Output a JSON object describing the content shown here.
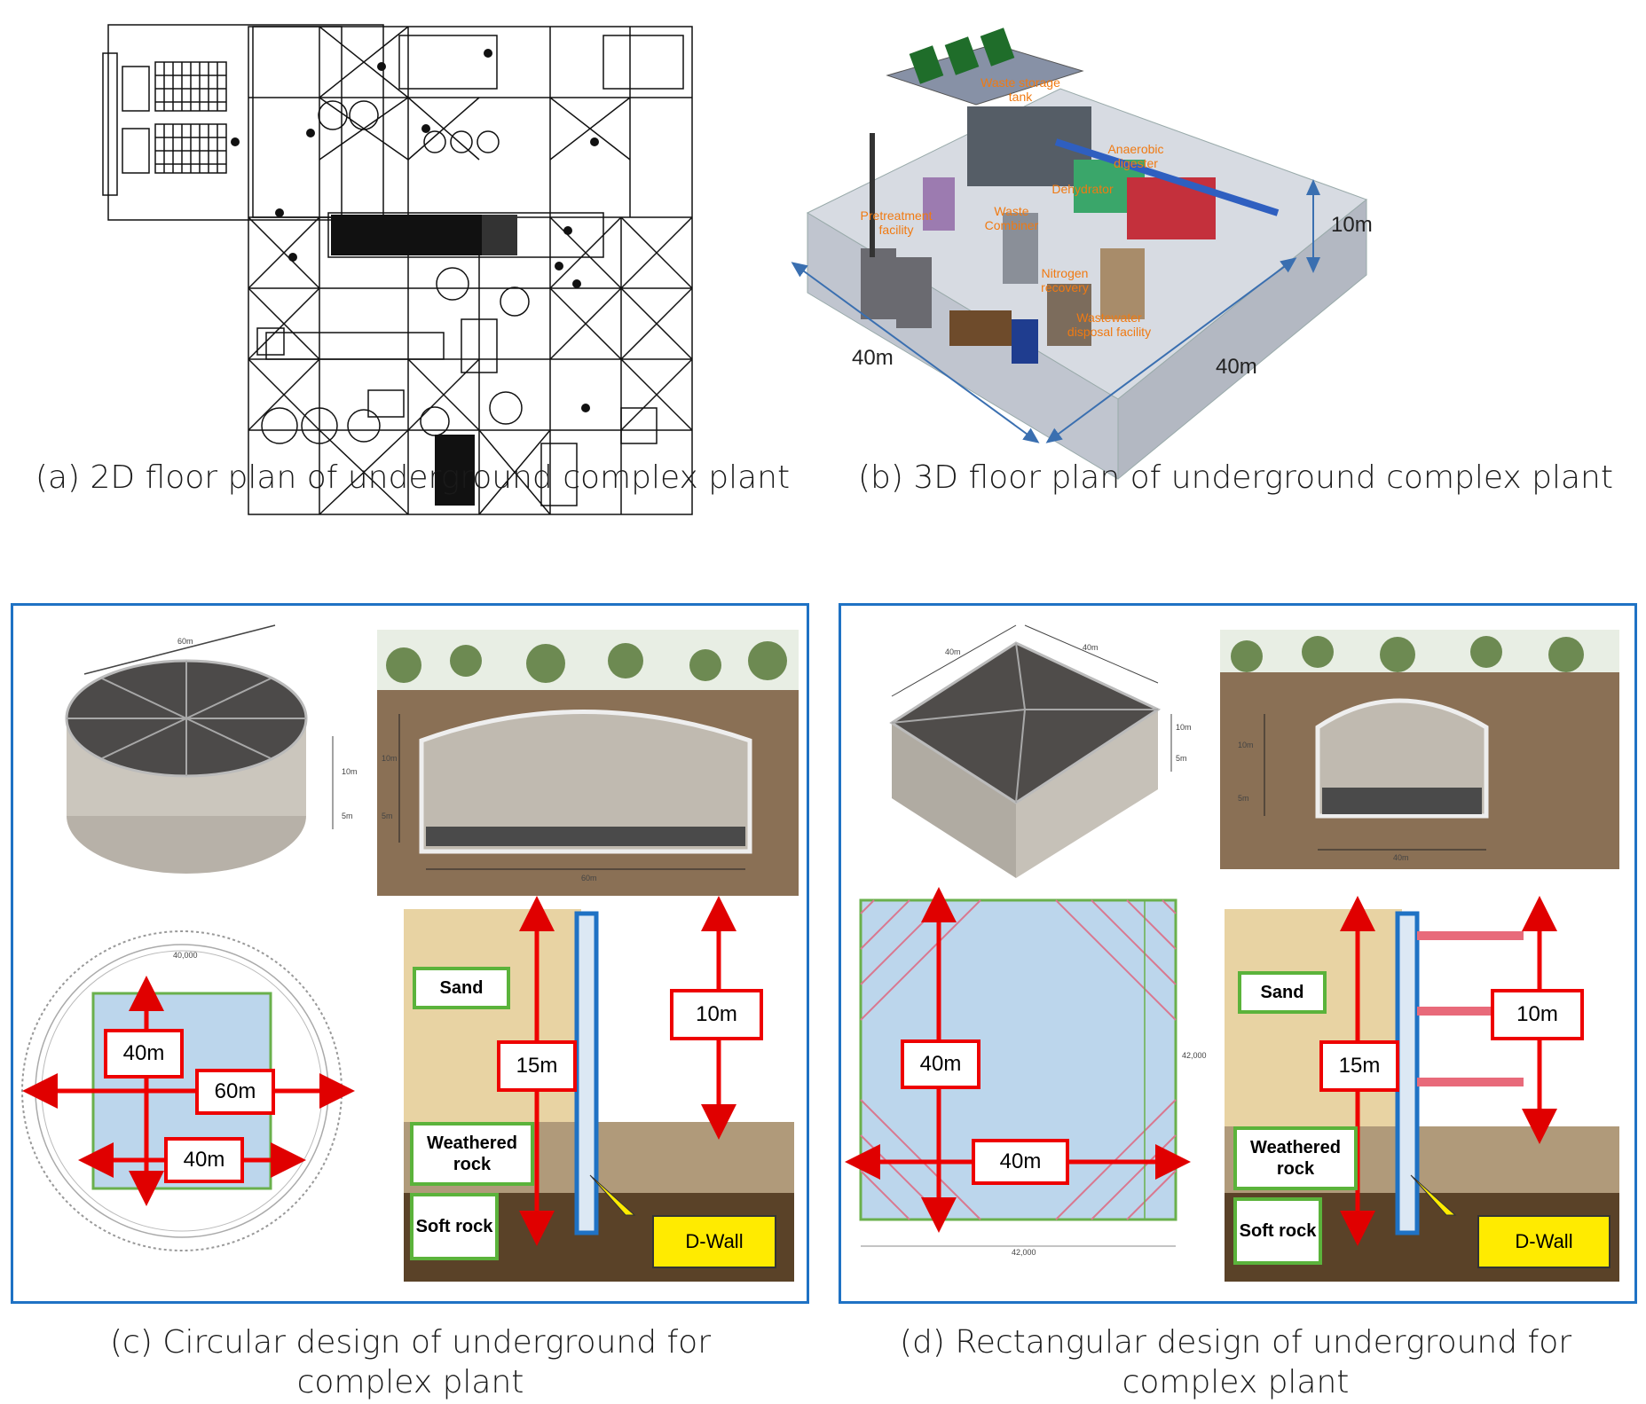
{
  "captions": {
    "a": "(a) 2D floor plan of underground complex plant",
    "b": "(b) 3D floor plan of underground complex plant",
    "c_line1": "(c) Circular design of underground for",
    "c_line2": "complex plant",
    "d_line1": "(d) Rectangular design of underground for",
    "d_line2": "complex plant"
  },
  "panel_b": {
    "labels": {
      "waste_storage": "Waste storage tank",
      "anaerobic": "Anaerobic digester",
      "dehydrator": "Dehydrator",
      "pretreatment": "Pretreatment facility",
      "combiner": "Waste Combiner",
      "nitrogen": "Nitrogen recovery",
      "wastewater": "Wastewater disposal facility"
    },
    "dims": {
      "height": "10m",
      "left": "40m",
      "right": "40m"
    }
  },
  "panel_c": {
    "iso_dims": {
      "top": "60m",
      "upper": "10m",
      "lower": "5m"
    },
    "section_dims": {
      "upper": "10m",
      "lower": "5m",
      "width": "60m"
    },
    "plan_dims": {
      "inner_v": "40m",
      "outer": "60m",
      "inner_h": "40m",
      "top_tiny": "40,000"
    },
    "soil": {
      "sand": "Sand",
      "weathered": "Weathered rock",
      "soft": "Soft rock",
      "dwall": "D-Wall",
      "depth": "15m",
      "excav": "10m"
    }
  },
  "panel_d": {
    "iso_dims": {
      "a": "40m",
      "b": "40m",
      "upper": "10m",
      "lower": "5m"
    },
    "section_dims": {
      "upper": "10m",
      "lower": "5m",
      "width": "40m"
    },
    "plan_dims": {
      "v": "40m",
      "h": "40m",
      "side_tiny": "42,000",
      "bottom_tiny": "42,000"
    },
    "soil": {
      "sand": "Sand",
      "weathered": "Weathered rock",
      "soft": "Soft rock",
      "dwall": "D-Wall",
      "depth": "15m",
      "excav": "10m"
    }
  },
  "colors": {
    "frame": "#1f72c4",
    "arrow": "#e00000",
    "soil_box": "#5bb33b",
    "dwall": "#ffeb00",
    "plan_fill": "#bcd6ec",
    "orange_text": "#f07a12"
  }
}
